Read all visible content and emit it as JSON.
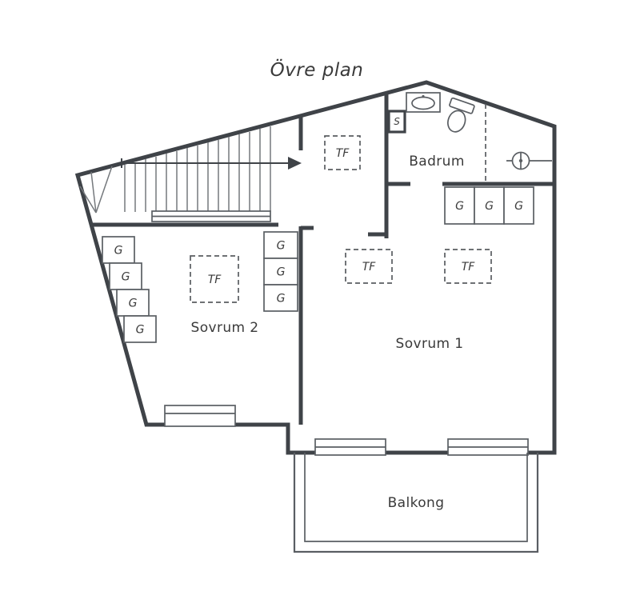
{
  "title": "Övre plan",
  "rooms": {
    "badrum": "Badrum",
    "sovrum1": "Sovrum 1",
    "sovrum2": "Sovrum 2",
    "balkong": "Balkong"
  },
  "markers": {
    "tf": "TF",
    "g": "G",
    "s": "S"
  },
  "colors": {
    "wall": "#3f4348",
    "fixture": "#5a5e63",
    "text": "#3a3a3a",
    "background": "#ffffff"
  }
}
